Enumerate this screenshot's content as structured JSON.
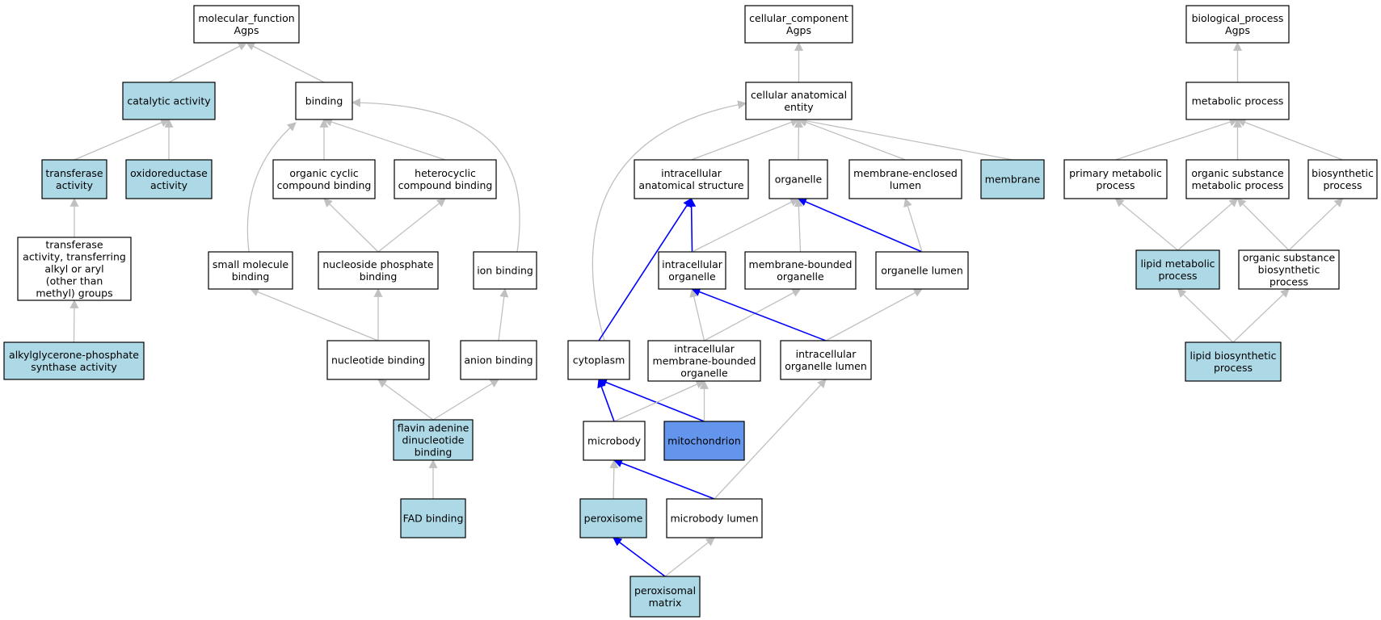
{
  "colors": {
    "node_border": "#000000",
    "highlight": "#add8e6",
    "focus": "#6495ed",
    "edge_default": "#c0c0c0",
    "edge_path": "#0000ff"
  },
  "nodes": [
    {
      "id": "mf",
      "lines": [
        "molecular_function",
        "Agps"
      ],
      "fill": "white"
    },
    {
      "id": "catalytic",
      "lines": [
        "catalytic activity"
      ],
      "fill": "highlight"
    },
    {
      "id": "binding",
      "lines": [
        "binding"
      ],
      "fill": "white"
    },
    {
      "id": "transferase",
      "lines": [
        "transferase",
        "activity"
      ],
      "fill": "highlight"
    },
    {
      "id": "oxidoreductase",
      "lines": [
        "oxidoreductase",
        "activity"
      ],
      "fill": "highlight"
    },
    {
      "id": "organic_cyclic",
      "lines": [
        "organic cyclic",
        "compound binding"
      ],
      "fill": "white"
    },
    {
      "id": "heterocyclic",
      "lines": [
        "heterocyclic",
        "compound binding"
      ],
      "fill": "white"
    },
    {
      "id": "transferase_alkyl",
      "lines": [
        "transferase",
        "activity, transferring",
        "alkyl or aryl",
        "(other than",
        "methyl) groups"
      ],
      "fill": "white"
    },
    {
      "id": "small_molecule",
      "lines": [
        "small molecule",
        "binding"
      ],
      "fill": "white"
    },
    {
      "id": "nucleoside_phosphate",
      "lines": [
        "nucleoside phosphate",
        "binding"
      ],
      "fill": "white"
    },
    {
      "id": "ion_binding",
      "lines": [
        "ion binding"
      ],
      "fill": "white"
    },
    {
      "id": "alkylglycerone",
      "lines": [
        "alkylglycerone-phosphate",
        "synthase activity"
      ],
      "fill": "highlight"
    },
    {
      "id": "nucleotide_binding",
      "lines": [
        "nucleotide binding"
      ],
      "fill": "white"
    },
    {
      "id": "anion_binding",
      "lines": [
        "anion binding"
      ],
      "fill": "white"
    },
    {
      "id": "flavin",
      "lines": [
        "flavin adenine",
        "dinucleotide",
        "binding"
      ],
      "fill": "highlight"
    },
    {
      "id": "fad",
      "lines": [
        "FAD binding"
      ],
      "fill": "highlight"
    },
    {
      "id": "cc",
      "lines": [
        "cellular_component",
        "Agps"
      ],
      "fill": "white"
    },
    {
      "id": "cae",
      "lines": [
        "cellular anatomical",
        "entity"
      ],
      "fill": "white"
    },
    {
      "id": "ias",
      "lines": [
        "intracellular",
        "anatomical structure"
      ],
      "fill": "white"
    },
    {
      "id": "organelle",
      "lines": [
        "organelle"
      ],
      "fill": "white"
    },
    {
      "id": "mel",
      "lines": [
        "membrane-enclosed",
        "lumen"
      ],
      "fill": "white"
    },
    {
      "id": "membrane",
      "lines": [
        "membrane"
      ],
      "fill": "highlight"
    },
    {
      "id": "io",
      "lines": [
        "intracellular",
        "organelle"
      ],
      "fill": "white"
    },
    {
      "id": "mbo",
      "lines": [
        "membrane-bounded",
        "organelle"
      ],
      "fill": "white"
    },
    {
      "id": "ol",
      "lines": [
        "organelle lumen"
      ],
      "fill": "white"
    },
    {
      "id": "cytoplasm",
      "lines": [
        "cytoplasm"
      ],
      "fill": "white"
    },
    {
      "id": "imbo",
      "lines": [
        "intracellular",
        "membrane-bounded",
        "organelle"
      ],
      "fill": "white"
    },
    {
      "id": "iol",
      "lines": [
        "intracellular",
        "organelle lumen"
      ],
      "fill": "white"
    },
    {
      "id": "microbody",
      "lines": [
        "microbody"
      ],
      "fill": "white"
    },
    {
      "id": "mitochondrion",
      "lines": [
        "mitochondrion"
      ],
      "fill": "focus"
    },
    {
      "id": "peroxisome",
      "lines": [
        "peroxisome"
      ],
      "fill": "highlight"
    },
    {
      "id": "mbl",
      "lines": [
        "microbody lumen"
      ],
      "fill": "white"
    },
    {
      "id": "pm",
      "lines": [
        "peroxisomal",
        "matrix"
      ],
      "fill": "highlight"
    },
    {
      "id": "bp",
      "lines": [
        "biological_process",
        "Agps"
      ],
      "fill": "white"
    },
    {
      "id": "metabolic",
      "lines": [
        "metabolic process"
      ],
      "fill": "white"
    },
    {
      "id": "primary_metabolic",
      "lines": [
        "primary metabolic",
        "process"
      ],
      "fill": "white"
    },
    {
      "id": "osmp",
      "lines": [
        "organic substance",
        "metabolic process"
      ],
      "fill": "white"
    },
    {
      "id": "biosynthetic",
      "lines": [
        "biosynthetic",
        "process"
      ],
      "fill": "white"
    },
    {
      "id": "lipid_metabolic",
      "lines": [
        "lipid metabolic",
        "process"
      ],
      "fill": "highlight"
    },
    {
      "id": "osbp",
      "lines": [
        "organic substance",
        "biosynthetic",
        "process"
      ],
      "fill": "white"
    },
    {
      "id": "lipid_biosynthetic",
      "lines": [
        "lipid biosynthetic",
        "process"
      ],
      "fill": "highlight"
    }
  ],
  "edges": [
    {
      "from": "catalytic",
      "to": "mf",
      "style": "default"
    },
    {
      "from": "binding",
      "to": "mf",
      "style": "default"
    },
    {
      "from": "transferase",
      "to": "catalytic",
      "style": "default"
    },
    {
      "from": "oxidoreductase",
      "to": "catalytic",
      "style": "default"
    },
    {
      "from": "organic_cyclic",
      "to": "binding",
      "style": "default"
    },
    {
      "from": "heterocyclic",
      "to": "binding",
      "style": "default"
    },
    {
      "from": "small_molecule",
      "to": "binding",
      "style": "default"
    },
    {
      "from": "ion_binding",
      "to": "binding",
      "style": "default"
    },
    {
      "from": "transferase_alkyl",
      "to": "transferase",
      "style": "default"
    },
    {
      "from": "alkylglycerone",
      "to": "transferase_alkyl",
      "style": "default"
    },
    {
      "from": "nucleoside_phosphate",
      "to": "organic_cyclic",
      "style": "default"
    },
    {
      "from": "nucleoside_phosphate",
      "to": "heterocyclic",
      "style": "default"
    },
    {
      "from": "nucleotide_binding",
      "to": "small_molecule",
      "style": "default"
    },
    {
      "from": "nucleotide_binding",
      "to": "nucleoside_phosphate",
      "style": "default"
    },
    {
      "from": "anion_binding",
      "to": "ion_binding",
      "style": "default"
    },
    {
      "from": "flavin",
      "to": "nucleotide_binding",
      "style": "default"
    },
    {
      "from": "flavin",
      "to": "anion_binding",
      "style": "default"
    },
    {
      "from": "fad",
      "to": "flavin",
      "style": "default"
    },
    {
      "from": "cae",
      "to": "cc",
      "style": "default"
    },
    {
      "from": "ias",
      "to": "cae",
      "style": "default"
    },
    {
      "from": "organelle",
      "to": "cae",
      "style": "default"
    },
    {
      "from": "mel",
      "to": "cae",
      "style": "default"
    },
    {
      "from": "membrane",
      "to": "cae",
      "style": "default"
    },
    {
      "from": "cytoplasm",
      "to": "cae",
      "style": "default"
    },
    {
      "from": "io",
      "to": "ias",
      "style": "path"
    },
    {
      "from": "cytoplasm",
      "to": "ias",
      "style": "path"
    },
    {
      "from": "io",
      "to": "organelle",
      "style": "default"
    },
    {
      "from": "mbo",
      "to": "organelle",
      "style": "default"
    },
    {
      "from": "ol",
      "to": "organelle",
      "style": "path"
    },
    {
      "from": "ol",
      "to": "mel",
      "style": "default"
    },
    {
      "from": "imbo",
      "to": "io",
      "style": "default"
    },
    {
      "from": "imbo",
      "to": "mbo",
      "style": "default"
    },
    {
      "from": "iol",
      "to": "io",
      "style": "path"
    },
    {
      "from": "iol",
      "to": "ol",
      "style": "default"
    },
    {
      "from": "microbody",
      "to": "cytoplasm",
      "style": "path"
    },
    {
      "from": "mitochondrion",
      "to": "cytoplasm",
      "style": "path"
    },
    {
      "from": "microbody",
      "to": "imbo",
      "style": "default"
    },
    {
      "from": "mitochondrion",
      "to": "imbo",
      "style": "default"
    },
    {
      "from": "peroxisome",
      "to": "microbody",
      "style": "default"
    },
    {
      "from": "mbl",
      "to": "microbody",
      "style": "path"
    },
    {
      "from": "mbl",
      "to": "iol",
      "style": "default"
    },
    {
      "from": "pm",
      "to": "peroxisome",
      "style": "path"
    },
    {
      "from": "pm",
      "to": "mbl",
      "style": "default"
    },
    {
      "from": "metabolic",
      "to": "bp",
      "style": "default"
    },
    {
      "from": "primary_metabolic",
      "to": "metabolic",
      "style": "default"
    },
    {
      "from": "osmp",
      "to": "metabolic",
      "style": "default"
    },
    {
      "from": "biosynthetic",
      "to": "metabolic",
      "style": "default"
    },
    {
      "from": "lipid_metabolic",
      "to": "primary_metabolic",
      "style": "default"
    },
    {
      "from": "lipid_metabolic",
      "to": "osmp",
      "style": "default"
    },
    {
      "from": "osbp",
      "to": "osmp",
      "style": "default"
    },
    {
      "from": "osbp",
      "to": "biosynthetic",
      "style": "default"
    },
    {
      "from": "lipid_biosynthetic",
      "to": "lipid_metabolic",
      "style": "default"
    },
    {
      "from": "lipid_biosynthetic",
      "to": "osbp",
      "style": "default"
    }
  ]
}
